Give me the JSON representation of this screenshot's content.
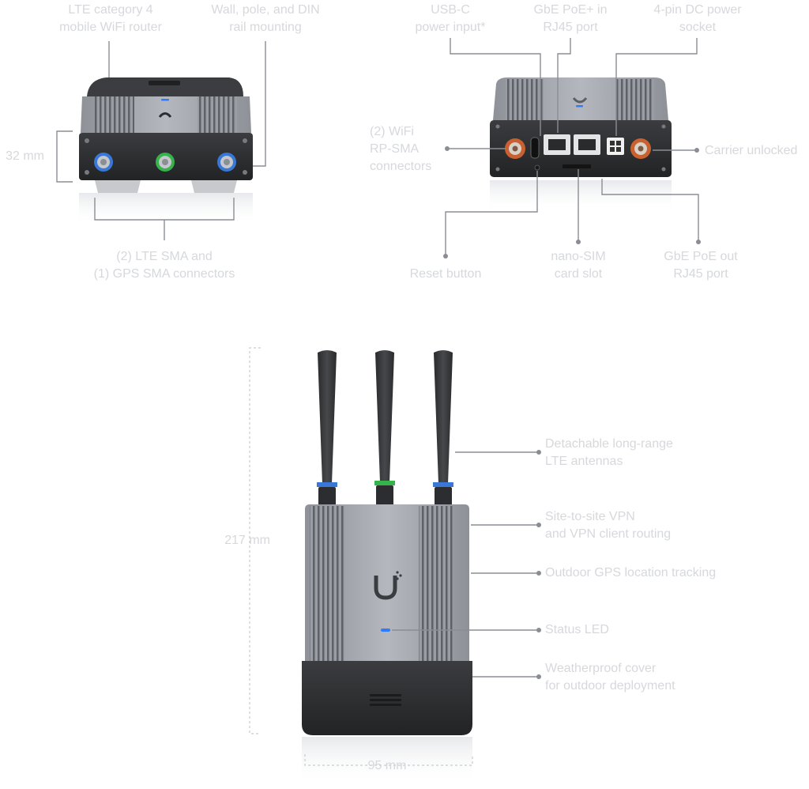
{
  "labels": {
    "lte_router": "LTE category 4\nmobile WiFi router",
    "mounting": "Wall, pole, and DIN\nrail mounting",
    "height_top": "32 mm",
    "sma_connectors": "(2) LTE SMA and\n(1) GPS SMA connectors",
    "usbc": "USB-C\npower input*",
    "gbe_in": "GbE PoE+ in\nRJ45 port",
    "dc_socket": "4-pin DC power\nsocket",
    "wifi_rpsma": "(2) WiFi\nRP-SMA\nconnectors",
    "carrier": "Carrier unlocked",
    "reset": "Reset button",
    "nano_sim": "nano-SIM\ncard slot",
    "gbe_out": "GbE PoE out\nRJ45 port",
    "antennas": "Detachable long-range\nLTE antennas",
    "vpn": "Site-to-site VPN\nand VPN client routing",
    "gps": "Outdoor GPS location tracking",
    "status_led": "Status LED",
    "cover": "Weatherproof cover\nfor outdoor deployment",
    "height_main": "217 mm",
    "width_main": "95 mm"
  },
  "colors": {
    "body_silver": "#a3a7ad",
    "dark_plastic": "#2f3133",
    "led_blue": "#2f7bff",
    "ring_blue": "#3a78d8",
    "ring_green": "#36b34a",
    "copper": "#c8612f"
  }
}
